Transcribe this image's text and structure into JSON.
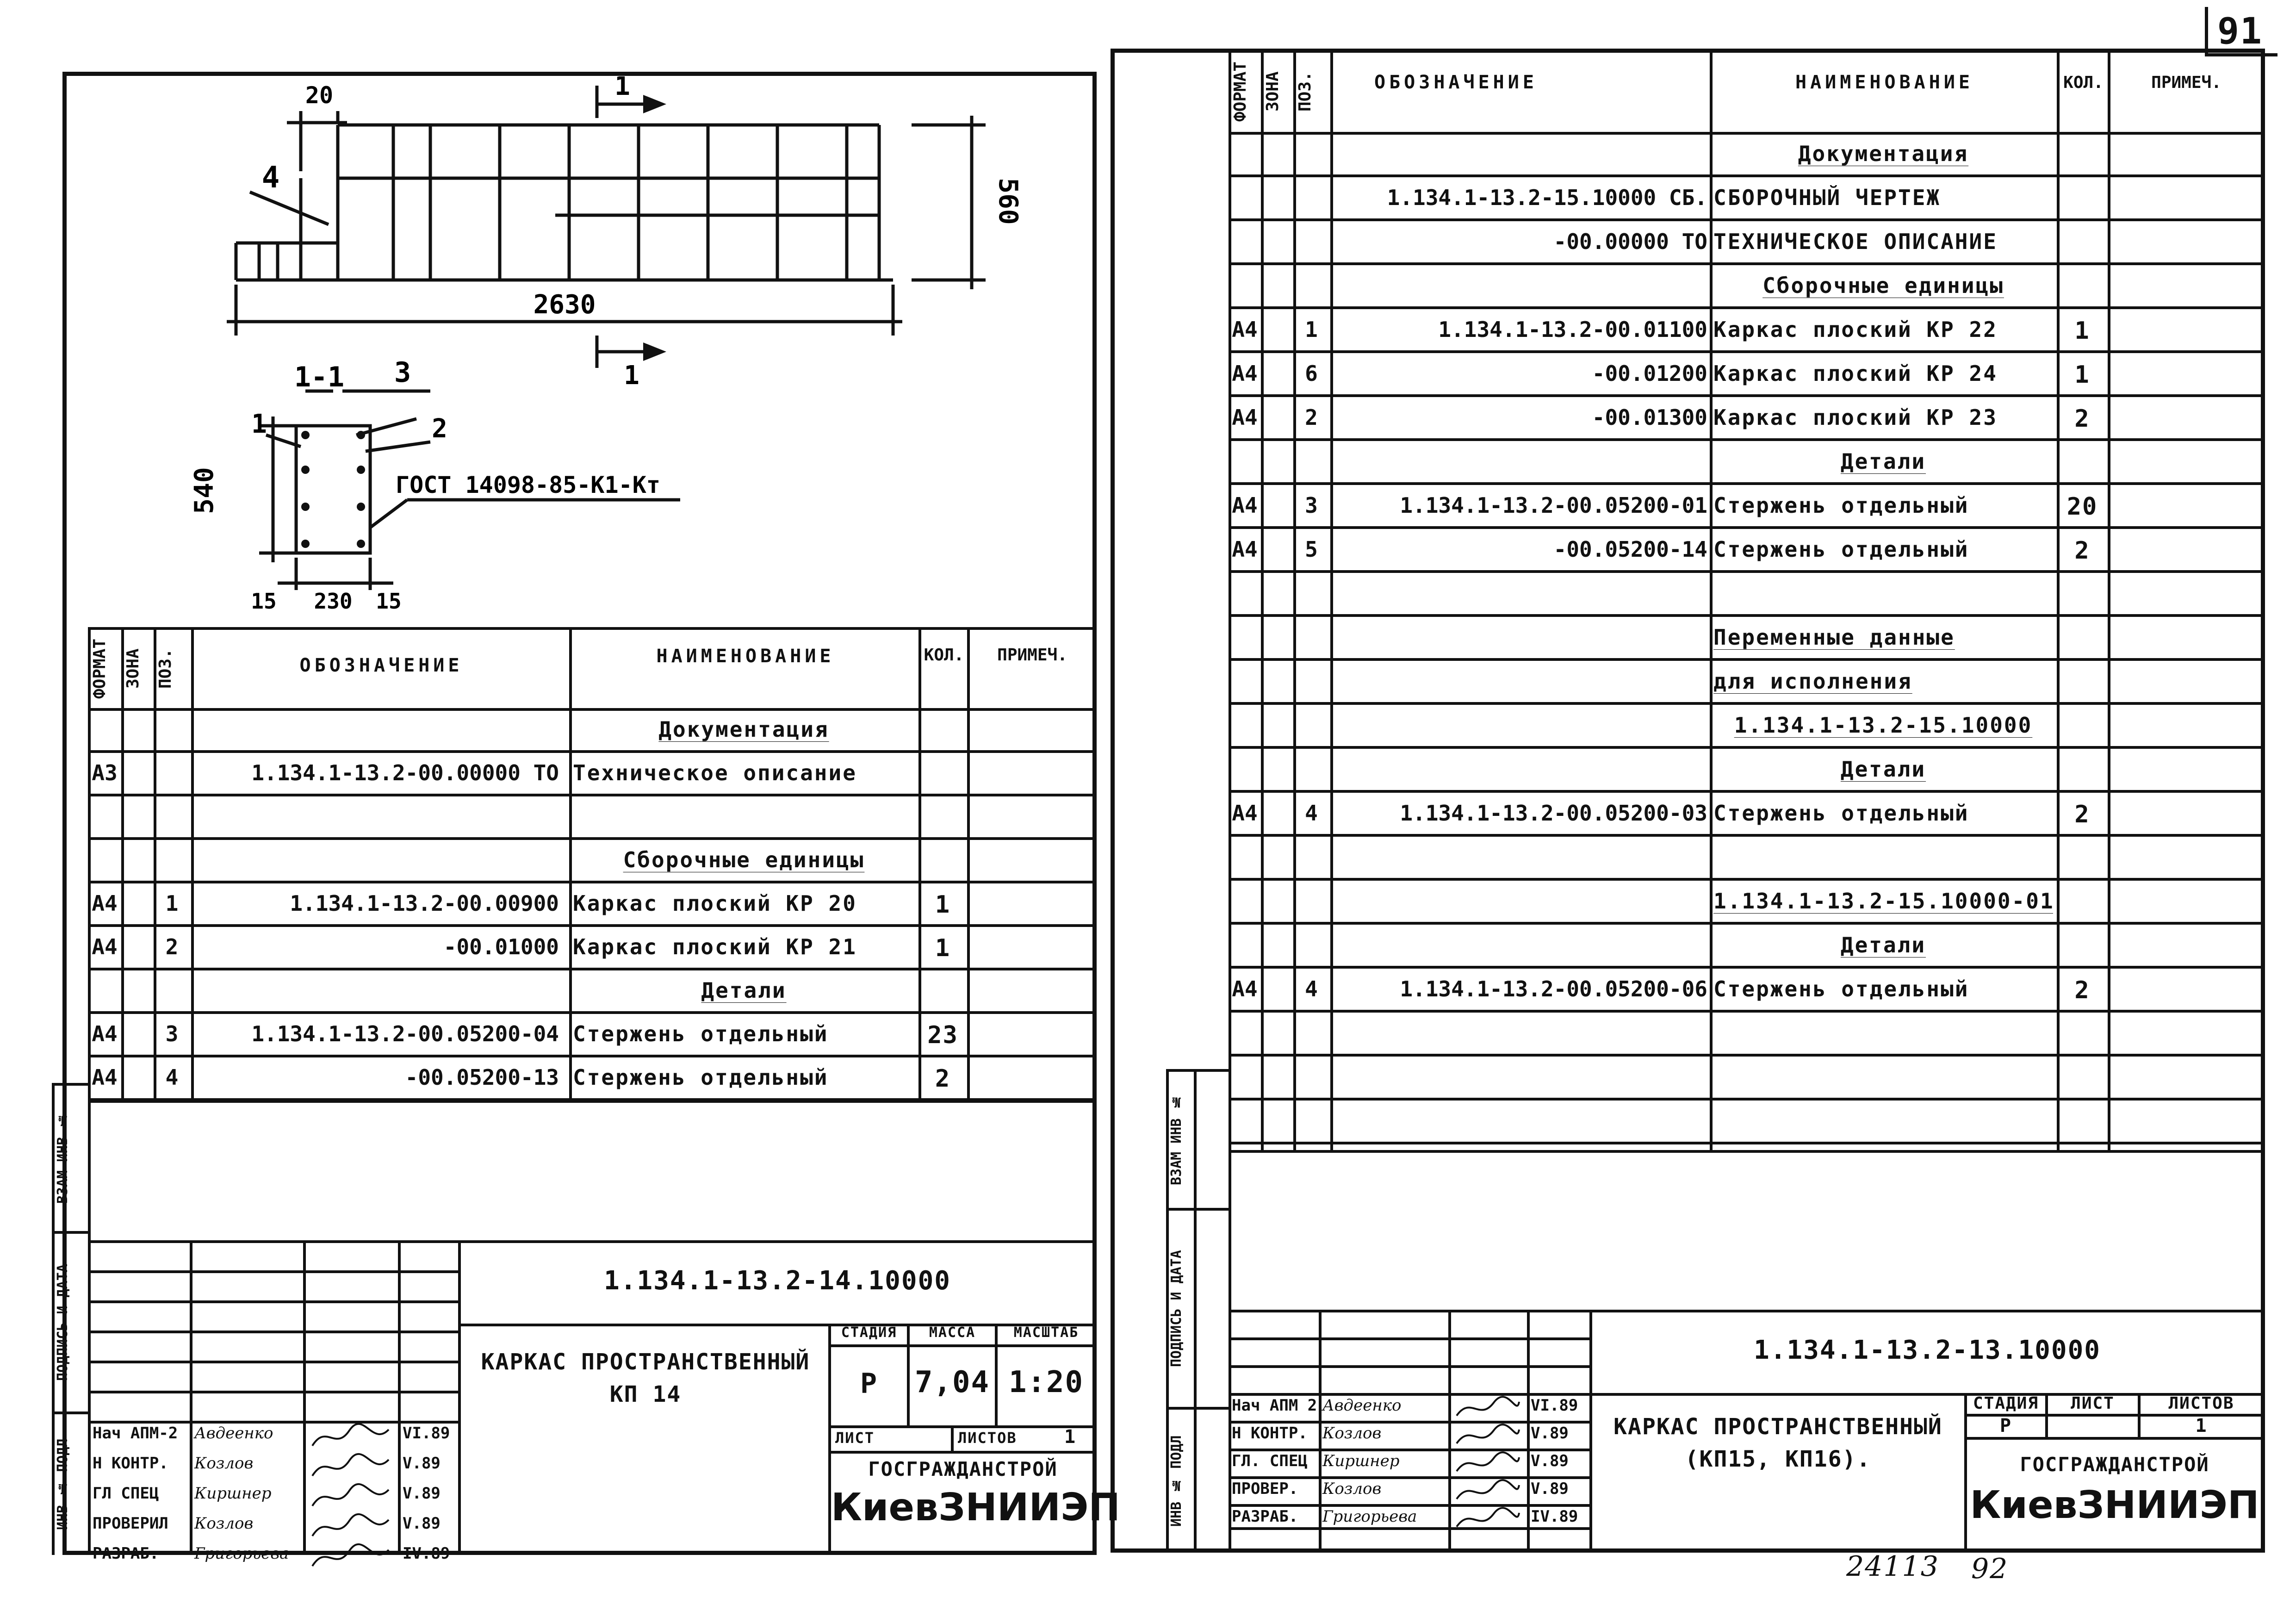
{
  "page_number": "91",
  "footer": {
    "archive_no": "24113",
    "page2": "92"
  },
  "left": {
    "drawing": {
      "dim_left": "20",
      "dim_height": "560",
      "dim_length": "2630",
      "section_mark": "1",
      "pos_label": "4",
      "section_title": "1-1",
      "sect_pos_3": "3",
      "sect_pos_1": "1",
      "sect_pos_2": "2",
      "sect_height": "540",
      "gost": "ГОСТ 14098-85-К1-Кт",
      "dim_15a": "15",
      "dim_230": "230",
      "dim_15b": "15"
    },
    "table": {
      "headers": {
        "format": "ФОРМАТ",
        "zone": "ЗОНА",
        "pos": "ПОЗ.",
        "designation": "ОБОЗНАЧЕНИЕ",
        "name": "НАИМЕНОВАНИЕ",
        "qty": "КОЛ.",
        "note": "ПРИМЕЧ."
      },
      "rows": [
        {
          "format": "",
          "pos": "",
          "designation": "",
          "name": "Документация",
          "qty": "",
          "section": true
        },
        {
          "format": "А3",
          "pos": "",
          "designation": "1.134.1-13.2-00.00000 ТО",
          "name": "Техническое описание",
          "qty": ""
        },
        {
          "format": "",
          "pos": "",
          "designation": "",
          "name": "",
          "qty": ""
        },
        {
          "format": "",
          "pos": "",
          "designation": "",
          "name": "Сборочные единицы",
          "qty": "",
          "section": true
        },
        {
          "format": "А4",
          "pos": "1",
          "designation": "1.134.1-13.2-00.00900",
          "name": "Каркас плоский КР 20",
          "qty": "1"
        },
        {
          "format": "А4",
          "pos": "2",
          "designation": "-00.01000",
          "name": "Каркас плоский КР 21",
          "qty": "1"
        },
        {
          "format": "",
          "pos": "",
          "designation": "",
          "name": "Детали",
          "qty": "",
          "section": true
        },
        {
          "format": "А4",
          "pos": "3",
          "designation": "1.134.1-13.2-00.05200-04",
          "name": "Стержень отдельный",
          "qty": "23"
        },
        {
          "format": "А4",
          "pos": "4",
          "designation": "-00.05200-13",
          "name": "Стержень отдельный",
          "qty": "2"
        }
      ]
    },
    "stamp": {
      "doc_number": "1.134.1-13.2-14.10000",
      "title_line1": "КАРКАС ПРОСТРАНСТВЕННЫЙ",
      "title_line2": "КП 14",
      "stage_label": "СТАДИЯ",
      "mass_label": "МАССА",
      "scale_label": "МАСШТАБ",
      "stage": "Р",
      "mass": "7,04",
      "scale": "1:20",
      "sheet_label": "ЛИСТ",
      "sheets_label": "ЛИСТОВ",
      "sheets": "1",
      "org1": "ГОСГРАЖДАНСТРОЙ",
      "org2": "КиевЗНИИЭП",
      "people": [
        {
          "role": "Нач АПМ-2",
          "name": "Авдеенко",
          "date": "VI.89"
        },
        {
          "role": "Н КОНТР.",
          "name": "Козлов",
          "date": "V.89"
        },
        {
          "role": "ГЛ СПЕЦ",
          "name": "Киршнер",
          "date": "V.89"
        },
        {
          "role": "ПРОВЕРИЛ",
          "name": "Козлов",
          "date": "V.89"
        },
        {
          "role": "РАЗРАБ.",
          "name": "Григорьева",
          "date": "IV.89"
        }
      ]
    },
    "side_labels": [
      "ИНВ № ПОДЛ",
      "ПОДПИСЬ И ДАТА",
      "ВЗАМ ИНВ №"
    ]
  },
  "right": {
    "table": {
      "headers": {
        "format": "ФОРМАТ",
        "zone": "ЗОНА",
        "pos": "ПОЗ.",
        "designation": "ОБОЗНАЧЕНИЕ",
        "name": "НАИМЕНОВАНИЕ",
        "qty": "КОЛ.",
        "note": "ПРИМЕЧ."
      },
      "rows": [
        {
          "format": "",
          "pos": "",
          "designation": "",
          "name": "Документация",
          "qty": "",
          "section": true
        },
        {
          "format": "",
          "pos": "",
          "designation": "1.134.1-13.2-15.10000 СБ.",
          "name": "СБОРОЧНЫЙ ЧЕРТЕЖ",
          "qty": ""
        },
        {
          "format": "",
          "pos": "",
          "designation": "-00.00000 ТО",
          "name": "ТЕХНИЧЕСКОЕ ОПИСАНИЕ",
          "qty": ""
        },
        {
          "format": "",
          "pos": "",
          "designation": "",
          "name": "Сборочные единицы",
          "qty": "",
          "section": true
        },
        {
          "format": "А4",
          "pos": "1",
          "designation": "1.134.1-13.2-00.01100",
          "name": "Каркас плоский КР 22",
          "qty": "1"
        },
        {
          "format": "А4",
          "pos": "6",
          "designation": "-00.01200",
          "name": "Каркас плоский КР 24",
          "qty": "1"
        },
        {
          "format": "А4",
          "pos": "2",
          "designation": "-00.01300",
          "name": "Каркас плоский КР 23",
          "qty": "2"
        },
        {
          "format": "",
          "pos": "",
          "designation": "",
          "name": "Детали",
          "qty": "",
          "section": true
        },
        {
          "format": "А4",
          "pos": "3",
          "designation": "1.134.1-13.2-00.05200-01",
          "name": "Стержень отдельный",
          "qty": "20"
        },
        {
          "format": "А4",
          "pos": "5",
          "designation": "-00.05200-14",
          "name": "Стержень отдельный",
          "qty": "2"
        },
        {
          "format": "",
          "pos": "",
          "designation": "",
          "name": "",
          "qty": ""
        },
        {
          "format": "",
          "pos": "",
          "designation": "",
          "name": "Переменные данные",
          "qty": "",
          "section": true,
          "left": true
        },
        {
          "format": "",
          "pos": "",
          "designation": "",
          "name": "для исполнения",
          "qty": "",
          "section": true,
          "left": true
        },
        {
          "format": "",
          "pos": "",
          "designation": "",
          "name": "1.134.1-13.2-15.10000",
          "qty": "",
          "section": true
        },
        {
          "format": "",
          "pos": "",
          "designation": "",
          "name": "Детали",
          "qty": "",
          "section": true
        },
        {
          "format": "А4",
          "pos": "4",
          "designation": "1.134.1-13.2-00.05200-03",
          "name": "Стержень отдельный",
          "qty": "2"
        },
        {
          "format": "",
          "pos": "",
          "designation": "",
          "name": "",
          "qty": ""
        },
        {
          "format": "",
          "pos": "",
          "designation": "",
          "name": "1.134.1-13.2-15.10000-01",
          "qty": "",
          "section": true
        },
        {
          "format": "",
          "pos": "",
          "designation": "",
          "name": "Детали",
          "qty": "",
          "section": true
        },
        {
          "format": "А4",
          "pos": "4",
          "designation": "1.134.1-13.2-00.05200-06",
          "name": "Стержень отдельный",
          "qty": "2"
        },
        {
          "format": "",
          "pos": "",
          "designation": "",
          "name": "",
          "qty": ""
        },
        {
          "format": "",
          "pos": "",
          "designation": "",
          "name": "",
          "qty": ""
        },
        {
          "format": "",
          "pos": "",
          "designation": "",
          "name": "",
          "qty": ""
        }
      ]
    },
    "stamp": {
      "doc_number": "1.134.1-13.2-13.10000",
      "title_line1": "КАРКАС ПРОСТРАНСТВЕННЫЙ",
      "title_line2": "(КП15, КП16).",
      "stage_label": "СТАДИЯ",
      "sheet_label": "ЛИСТ",
      "sheets_label": "ЛИСТОВ",
      "stage": "Р",
      "sheets": "1",
      "org1": "ГОСГРАЖДАНСТРОЙ",
      "org2": "КиевЗНИИЭП",
      "people": [
        {
          "role": "Нач АПМ 2",
          "name": "Авдеенко",
          "date": "VI.89"
        },
        {
          "role": "Н КОНТР.",
          "name": "Козлов",
          "date": "V.89"
        },
        {
          "role": "ГЛ. СПЕЦ",
          "name": "Киршнер",
          "date": "V.89"
        },
        {
          "role": "ПРОВЕР.",
          "name": "Козлов",
          "date": "V.89"
        },
        {
          "role": "РАЗРАБ.",
          "name": "Григорьева",
          "date": "IV.89"
        }
      ]
    },
    "side_labels": [
      "ИНВ № ПОДЛ",
      "ПОДПИСЬ И ДАТА",
      "ВЗАМ ИНВ №"
    ]
  }
}
